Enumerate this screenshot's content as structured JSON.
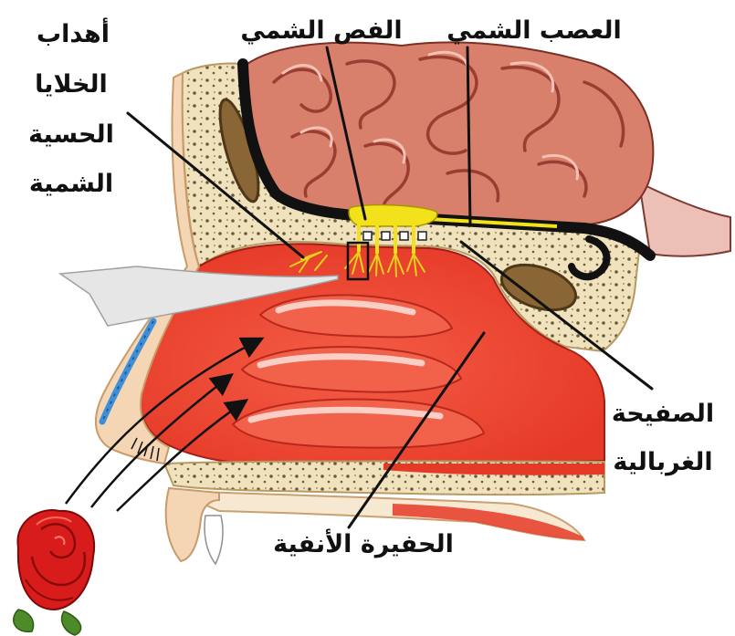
{
  "labels": {
    "cilia": [
      "أهداب",
      "الخلايا",
      "الحسية",
      "الشمية"
    ],
    "olfactory_bulb": "الفص الشمي",
    "olfactory_nerve": "العصب الشمي",
    "cribriform_plate": [
      "الصفيحة",
      "الغربالية"
    ],
    "nasal_cavity": "الحفيرة الأنفية"
  },
  "colors": {
    "brain": "#d9806c",
    "nasal_cavity": "#e63a28",
    "olfactory_bulb": "#f3e11c",
    "cartilage": "#3f8fd8",
    "sinus": "#8a6636",
    "rose": "#d81c1c",
    "leaf": "#4d8a2a"
  }
}
